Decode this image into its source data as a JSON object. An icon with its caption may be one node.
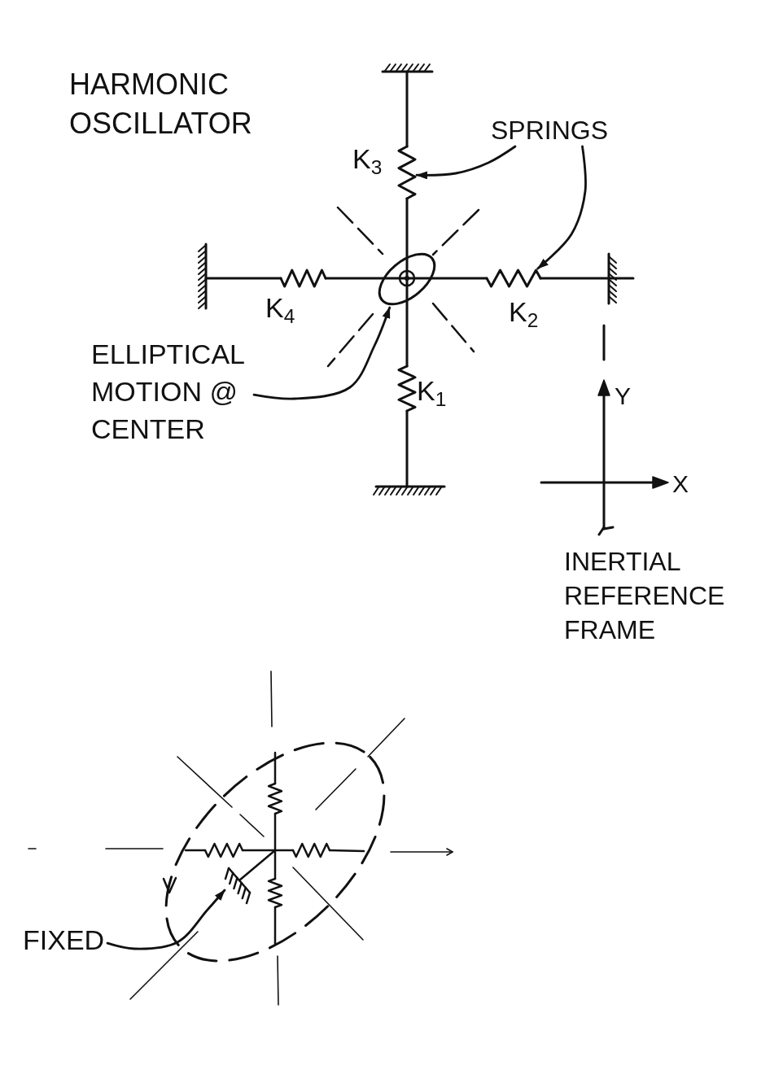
{
  "diagram": {
    "title": "HARMONIC OSCILLATOR",
    "nodes": [
      {
        "text": [
          "SPRINGS"
        ]
      },
      {
        "text": [],
        "shape": "spring"
      },
      {
        "text": [],
        "shape": "spring"
      },
      {
        "text": [
          "ELLIPTICAL MOTION @ CENTER"
        ]
      },
      {
        "text": [],
        "shape": "ellipse"
      },
      {
        "text": [
          "FIXED"
        ]
      },
      {
        "text": [],
        "shape": "hatch"
      }
    ],
    "edges": [
      {
        "from": 0,
        "to": 1,
        "arrow": "to"
      },
      {
        "from": 0,
        "to": 2,
        "arrow": "to"
      },
      {
        "from": 3,
        "to": 4,
        "arrow": "to"
      },
      {
        "from": 5,
        "to": 6,
        "arrow": "to"
      }
    ],
    "labels": [
      "K$_{3}$",
      "K$_{4}$",
      "K$_{2}$",
      "K$_{1}$",
      "Y",
      "X",
      "INERTIAL REFERENCE FRAME"
    ]
  }
}
